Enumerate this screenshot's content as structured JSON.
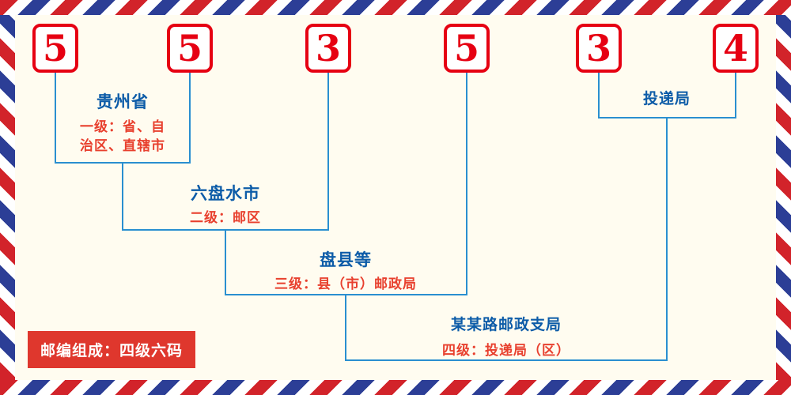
{
  "digits": [
    "5",
    "5",
    "3",
    "5",
    "3",
    "4"
  ],
  "level1": {
    "title": "贵州省",
    "desc1": "一级：省、自",
    "desc2": "治区、直辖市"
  },
  "level2": {
    "title": "六盘水市",
    "desc": "二级：邮区"
  },
  "level3": {
    "title": "盘县等",
    "desc": "三级：县（市）邮政局"
  },
  "level4": {
    "title": "某某路邮政支局",
    "desc": "四级：投递局（区）"
  },
  "delivery": {
    "title": "投递局"
  },
  "footer": {
    "label": "邮编组成：四级六码"
  },
  "colors": {
    "digit_red": "#e60012",
    "line_blue": "#2a8fd0",
    "title_blue": "#0d5ca8",
    "desc_red": "#e8402e",
    "stripe_red": "#d2232a",
    "stripe_blue": "#2c3e96",
    "background": "#fffcf0"
  }
}
